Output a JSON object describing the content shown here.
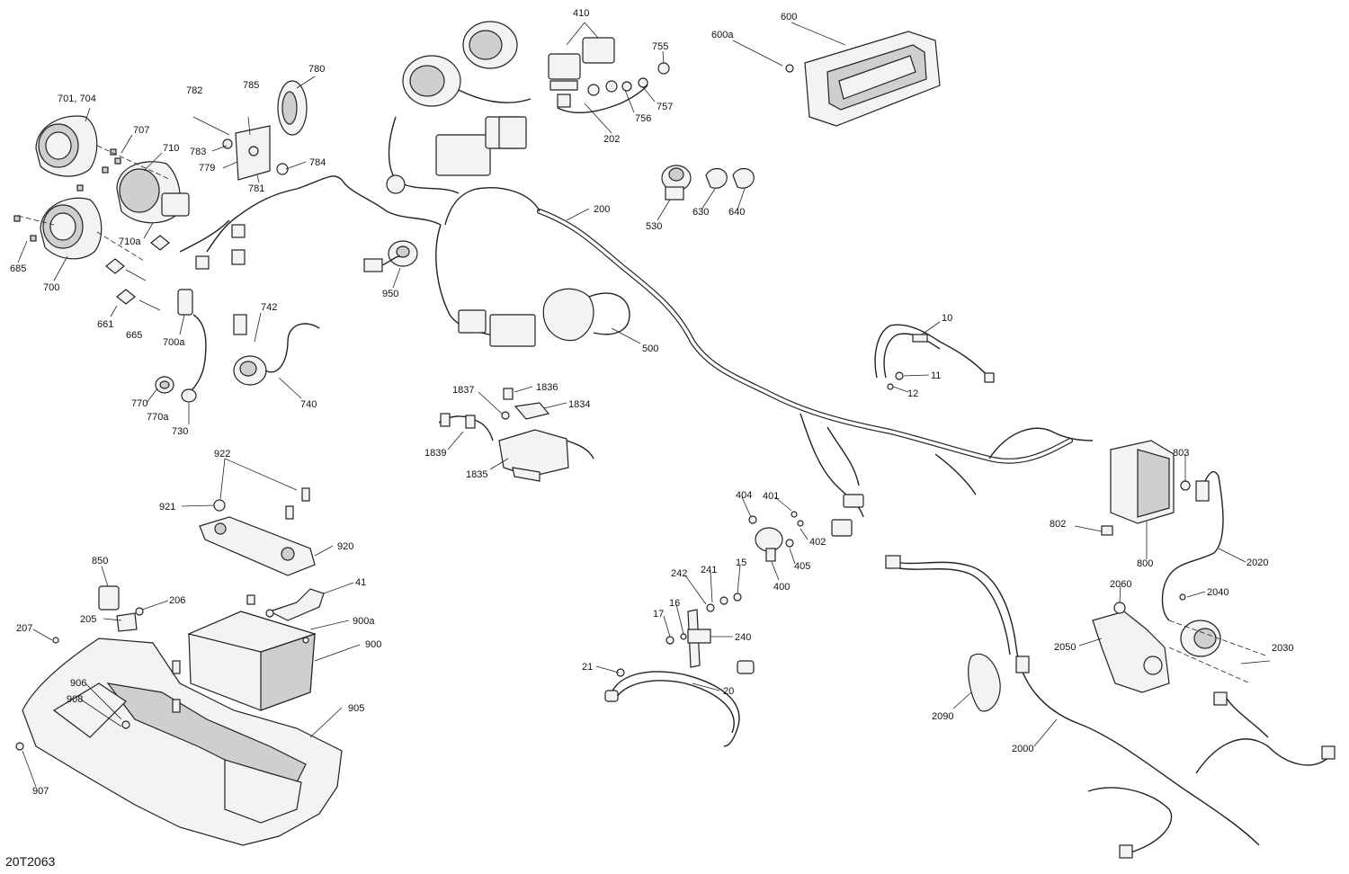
{
  "diagram": {
    "reference_code": "20T2063",
    "callouts": [
      {
        "id": "c410",
        "text": "410"
      },
      {
        "id": "c600",
        "text": "600"
      },
      {
        "id": "c600a",
        "text": "600a"
      },
      {
        "id": "c755",
        "text": "755"
      },
      {
        "id": "c757",
        "text": "757"
      },
      {
        "id": "c756",
        "text": "756"
      },
      {
        "id": "c202",
        "text": "202"
      },
      {
        "id": "c780",
        "text": "780"
      },
      {
        "id": "c785",
        "text": "785"
      },
      {
        "id": "c782",
        "text": "782"
      },
      {
        "id": "c701",
        "text": "701, 704"
      },
      {
        "id": "c707",
        "text": "707"
      },
      {
        "id": "c710",
        "text": "710"
      },
      {
        "id": "c783",
        "text": "783"
      },
      {
        "id": "c779",
        "text": "779"
      },
      {
        "id": "c784",
        "text": "784"
      },
      {
        "id": "c781",
        "text": "781"
      },
      {
        "id": "c710a",
        "text": "710a"
      },
      {
        "id": "c685",
        "text": "685"
      },
      {
        "id": "c700",
        "text": "700"
      },
      {
        "id": "c661",
        "text": "661"
      },
      {
        "id": "c665",
        "text": "665"
      },
      {
        "id": "c700a",
        "text": "700a"
      },
      {
        "id": "c742",
        "text": "742"
      },
      {
        "id": "c740",
        "text": "740"
      },
      {
        "id": "c770",
        "text": "770"
      },
      {
        "id": "c770a",
        "text": "770a"
      },
      {
        "id": "c730",
        "text": "730"
      },
      {
        "id": "c950",
        "text": "950"
      },
      {
        "id": "c200",
        "text": "200"
      },
      {
        "id": "c530",
        "text": "530"
      },
      {
        "id": "c630",
        "text": "630"
      },
      {
        "id": "c640",
        "text": "640"
      },
      {
        "id": "c500",
        "text": "500"
      },
      {
        "id": "c10",
        "text": "10"
      },
      {
        "id": "c11",
        "text": "11"
      },
      {
        "id": "c12",
        "text": "12"
      },
      {
        "id": "c1837",
        "text": "1837"
      },
      {
        "id": "c1836",
        "text": "1836"
      },
      {
        "id": "c1834",
        "text": "1834"
      },
      {
        "id": "c1839",
        "text": "1839"
      },
      {
        "id": "c1835",
        "text": "1835"
      },
      {
        "id": "c922",
        "text": "922"
      },
      {
        "id": "c921",
        "text": "921"
      },
      {
        "id": "c920",
        "text": "920"
      },
      {
        "id": "c850",
        "text": "850"
      },
      {
        "id": "c206",
        "text": "206"
      },
      {
        "id": "c205",
        "text": "205"
      },
      {
        "id": "c41",
        "text": "41"
      },
      {
        "id": "c207",
        "text": "207"
      },
      {
        "id": "c900a",
        "text": "900a"
      },
      {
        "id": "c900",
        "text": "900"
      },
      {
        "id": "c906",
        "text": "906"
      },
      {
        "id": "c908",
        "text": "908"
      },
      {
        "id": "c905",
        "text": "905"
      },
      {
        "id": "c907",
        "text": "907"
      },
      {
        "id": "c404",
        "text": "404"
      },
      {
        "id": "c401",
        "text": "401"
      },
      {
        "id": "c402",
        "text": "402"
      },
      {
        "id": "c405",
        "text": "405"
      },
      {
        "id": "c400",
        "text": "400"
      },
      {
        "id": "c803",
        "text": "803"
      },
      {
        "id": "c802",
        "text": "802"
      },
      {
        "id": "c800",
        "text": "800"
      },
      {
        "id": "c2020",
        "text": "2020"
      },
      {
        "id": "c242",
        "text": "242"
      },
      {
        "id": "c241",
        "text": "241"
      },
      {
        "id": "c15",
        "text": "15"
      },
      {
        "id": "c16",
        "text": "16"
      },
      {
        "id": "c17",
        "text": "17"
      },
      {
        "id": "c240",
        "text": "240"
      },
      {
        "id": "c21",
        "text": "21"
      },
      {
        "id": "c20",
        "text": "20"
      },
      {
        "id": "c2060",
        "text": "2060"
      },
      {
        "id": "c2040",
        "text": "2040"
      },
      {
        "id": "c2050",
        "text": "2050"
      },
      {
        "id": "c2030",
        "text": "2030"
      },
      {
        "id": "c2090",
        "text": "2090"
      },
      {
        "id": "c2000",
        "text": "2000"
      }
    ]
  }
}
